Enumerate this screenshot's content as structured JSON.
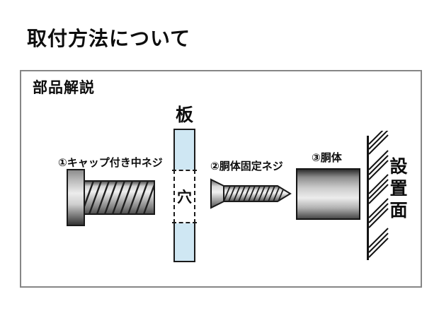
{
  "page": {
    "title": "取付方法について"
  },
  "diagram": {
    "box_title": "部品解説",
    "board": {
      "label": "板",
      "hole_label": "穴",
      "fill_color": "#cfe7f3"
    },
    "parts": [
      {
        "number": "①",
        "label": "①キャップ付き中ネジ"
      },
      {
        "number": "②",
        "label": "②胴体固定ネジ"
      },
      {
        "number": "③",
        "label": "③胴体"
      }
    ],
    "surface": {
      "label": "設置面"
    },
    "colors": {
      "box_border": "#868686",
      "outline": "#1a1a1a",
      "metal_light": "#ececec",
      "metal_dark": "#3f3f3f"
    }
  }
}
